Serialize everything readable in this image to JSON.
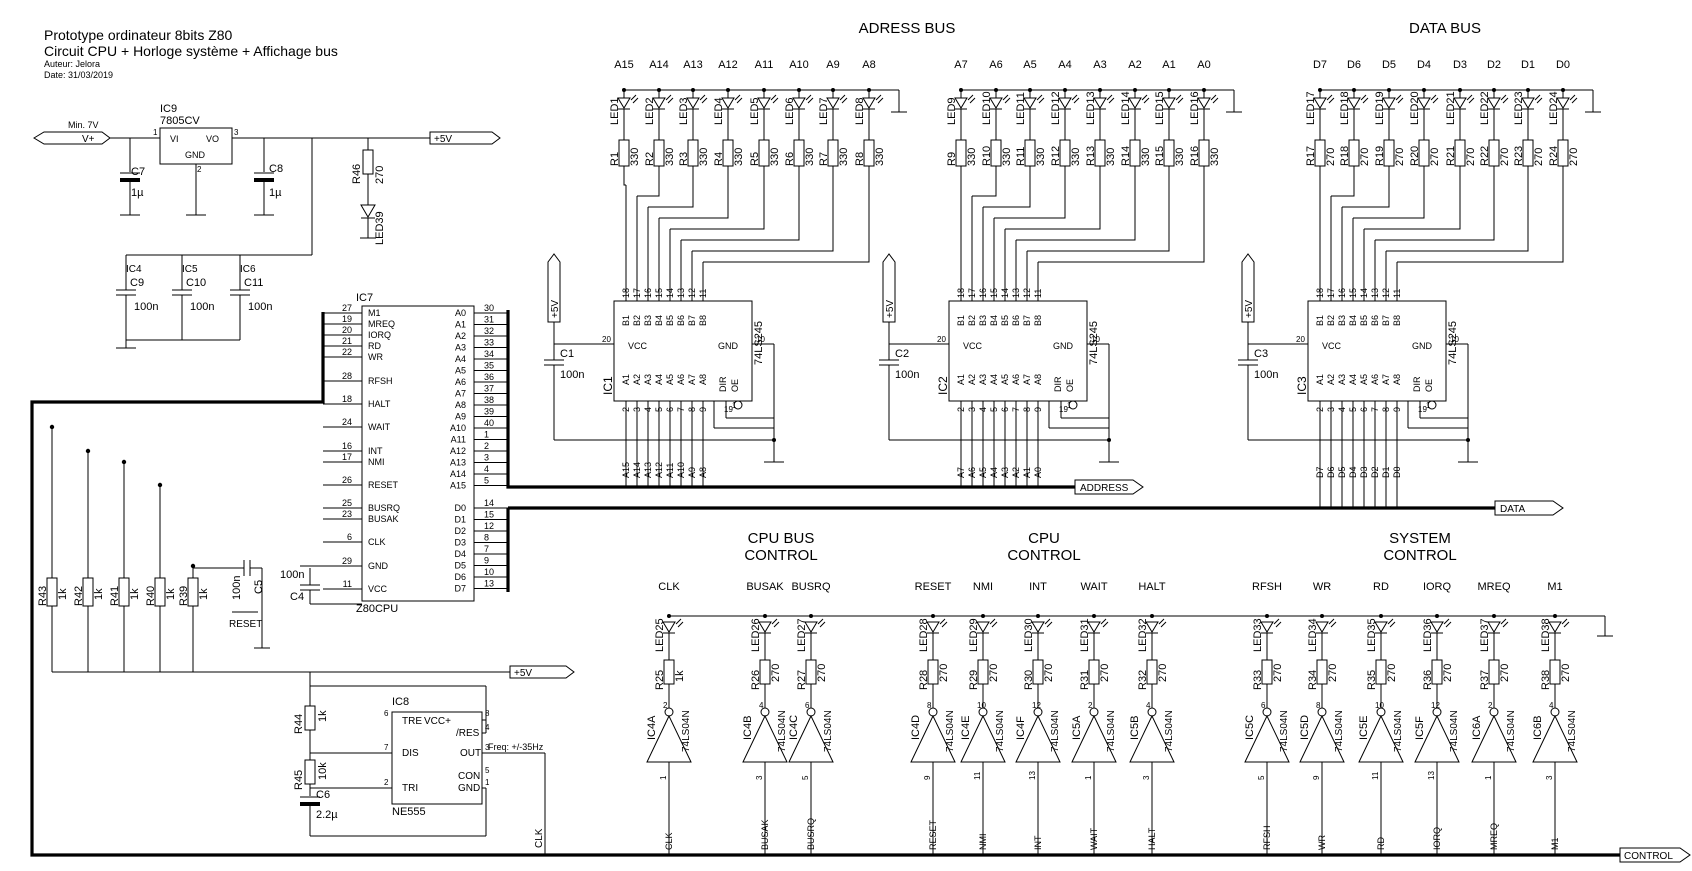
{
  "title": {
    "line1": "Prototype ordinateur 8bits Z80",
    "line2": "Circuit CPU + Horloge système + Affichage bus",
    "author": "Auteur: Jelora",
    "date": "Date: 31/03/2019"
  },
  "sections": {
    "address_bus": "ADRESS BUS",
    "data_bus": "DATA BUS",
    "cpu_bus_control": [
      "CPU BUS",
      "CONTROL"
    ],
    "cpu_control": [
      "CPU",
      "CONTROL"
    ],
    "system_control": [
      "SYSTEM",
      "CONTROL"
    ]
  },
  "nets": {
    "address": "ADDRESS",
    "data": "DATA",
    "control": "CONTROL",
    "plus5v": "+5V",
    "vplus": "V+",
    "min7v": "Min. 7V",
    "freq": "Freq: +/-35Hz",
    "clk": "CLK",
    "reset": "RESET"
  },
  "regulator": {
    "ref": "IC9",
    "part": "7805CV",
    "vi": "VI",
    "vo": "VO",
    "gnd": "GND",
    "pin1": "1",
    "pin3": "3",
    "pin2": "2",
    "c7": "C7",
    "c7v": "1µ",
    "c8": "C8",
    "c8v": "1µ",
    "r46": "R46",
    "r46v": "270",
    "led39": "LED39"
  },
  "decoupling": [
    {
      "ic": "IC4",
      "ref": "C9",
      "val": "100n"
    },
    {
      "ic": "IC5",
      "ref": "C10",
      "val": "100n"
    },
    {
      "ic": "IC6",
      "ref": "C11",
      "val": "100n"
    }
  ],
  "cpu": {
    "ref": "IC7",
    "part": "Z80CPU",
    "left": [
      {
        "pin": "27",
        "name": "M1"
      },
      {
        "pin": "19",
        "name": "MREQ"
      },
      {
        "pin": "20",
        "name": "IORQ"
      },
      {
        "pin": "21",
        "name": "RD"
      },
      {
        "pin": "22",
        "name": "WR"
      },
      {
        "pin": "28",
        "name": "RFSH"
      },
      {
        "pin": "18",
        "name": "HALT"
      },
      {
        "pin": "24",
        "name": "WAIT"
      },
      {
        "pin": "16",
        "name": "INT"
      },
      {
        "pin": "17",
        "name": "NMI"
      },
      {
        "pin": "26",
        "name": "RESET"
      },
      {
        "pin": "25",
        "name": "BUSRQ"
      },
      {
        "pin": "23",
        "name": "BUSAK"
      },
      {
        "pin": "6",
        "name": "CLK"
      },
      {
        "pin": "29",
        "name": "GND"
      },
      {
        "pin": "11",
        "name": "VCC"
      }
    ],
    "addr": [
      {
        "pin": "30",
        "name": "A0"
      },
      {
        "pin": "31",
        "name": "A1"
      },
      {
        "pin": "32",
        "name": "A2"
      },
      {
        "pin": "33",
        "name": "A3"
      },
      {
        "pin": "34",
        "name": "A4"
      },
      {
        "pin": "35",
        "name": "A5"
      },
      {
        "pin": "36",
        "name": "A6"
      },
      {
        "pin": "37",
        "name": "A7"
      },
      {
        "pin": "38",
        "name": "A8"
      },
      {
        "pin": "39",
        "name": "A9"
      },
      {
        "pin": "40",
        "name": "A10"
      },
      {
        "pin": "1",
        "name": "A11"
      },
      {
        "pin": "2",
        "name": "A12"
      },
      {
        "pin": "3",
        "name": "A13"
      },
      {
        "pin": "4",
        "name": "A14"
      },
      {
        "pin": "5",
        "name": "A15"
      }
    ],
    "data": [
      {
        "pin": "14",
        "name": "D0"
      },
      {
        "pin": "15",
        "name": "D1"
      },
      {
        "pin": "12",
        "name": "D2"
      },
      {
        "pin": "8",
        "name": "D3"
      },
      {
        "pin": "7",
        "name": "D4"
      },
      {
        "pin": "9",
        "name": "D5"
      },
      {
        "pin": "10",
        "name": "D6"
      },
      {
        "pin": "13",
        "name": "D7"
      }
    ],
    "c4": "C4",
    "c4v": "100n",
    "c5": "C5",
    "c5v": "100n"
  },
  "pullups": [
    {
      "ref": "R43",
      "val": "1k"
    },
    {
      "ref": "R42",
      "val": "1k"
    },
    {
      "ref": "R41",
      "val": "1k"
    },
    {
      "ref": "R40",
      "val": "1k"
    },
    {
      "ref": "R39",
      "val": "1k"
    }
  ],
  "timer": {
    "ref": "IC8",
    "part": "NE555",
    "tre": "TRE",
    "vcc": "VCC+",
    "res": "/RES",
    "dis": "DIS",
    "out": "OUT",
    "tri": "TRI",
    "con": "CON",
    "gnd": "GND",
    "p6": "6",
    "p8": "8",
    "p4": "4",
    "p7": "7",
    "p3": "3",
    "p2": "2",
    "p5": "5",
    "p1": "1",
    "r44": "R44",
    "r44v": "1k",
    "r45": "R45",
    "r45v": "10k",
    "c6": "C6",
    "c6v": "2.2µ"
  },
  "buffers": [
    {
      "ref": "IC1",
      "cap": "C1",
      "capv": "100n",
      "leds_top": [
        "A15",
        "A14",
        "A13",
        "A12",
        "A11",
        "A10",
        "A9",
        "A8"
      ],
      "bottom": [
        "A15",
        "A14",
        "A13",
        "A12",
        "A11",
        "A10",
        "A9",
        "A8"
      ]
    },
    {
      "ref": "IC2",
      "cap": "C2",
      "capv": "100n",
      "leds_top": [
        "A7",
        "A6",
        "A5",
        "A4",
        "A3",
        "A2",
        "A1",
        "A0"
      ],
      "bottom": [
        "A7",
        "A6",
        "A5",
        "A4",
        "A3",
        "A2",
        "A1",
        "A0"
      ]
    },
    {
      "ref": "IC3",
      "cap": "C3",
      "capv": "100n",
      "leds_top": [
        "D7",
        "D6",
        "D5",
        "D4",
        "D3",
        "D2",
        "D1",
        "D0"
      ],
      "bottom": [
        "D7",
        "D6",
        "D5",
        "D4",
        "D3",
        "D2",
        "D1",
        "D0"
      ]
    }
  ],
  "buffer_common": {
    "part": "74LS245",
    "vcc": "VCC",
    "gnd": "GND",
    "dir": "DIR",
    "oe": "OE",
    "pin20": "20",
    "pin10": "10",
    "pin19": "19",
    "pin1": "1",
    "b_names": [
      "B1",
      "B2",
      "B3",
      "B4",
      "B5",
      "B6",
      "B7",
      "B8"
    ],
    "a_names": [
      "A1",
      "A2",
      "A3",
      "A4",
      "A5",
      "A6",
      "A7",
      "A8"
    ],
    "b_pins": [
      "18",
      "17",
      "16",
      "15",
      "14",
      "13",
      "12",
      "11"
    ],
    "a_pins": [
      "2",
      "3",
      "4",
      "5",
      "6",
      "7",
      "8",
      "9"
    ]
  },
  "bus_leds": [
    {
      "led": "LED1",
      "r": "R1",
      "rv": "330"
    },
    {
      "led": "LED2",
      "r": "R2",
      "rv": "330"
    },
    {
      "led": "LED3",
      "r": "R3",
      "rv": "330"
    },
    {
      "led": "LED4",
      "r": "R4",
      "rv": "330"
    },
    {
      "led": "LED5",
      "r": "R5",
      "rv": "330"
    },
    {
      "led": "LED6",
      "r": "R6",
      "rv": "330"
    },
    {
      "led": "LED7",
      "r": "R7",
      "rv": "330"
    },
    {
      "led": "LED8",
      "r": "R8",
      "rv": "330"
    },
    {
      "led": "LED9",
      "r": "R9",
      "rv": "330"
    },
    {
      "led": "LED10",
      "r": "R10",
      "rv": "330"
    },
    {
      "led": "LED11",
      "r": "R11",
      "rv": "330"
    },
    {
      "led": "LED12",
      "r": "R12",
      "rv": "330"
    },
    {
      "led": "LED13",
      "r": "R13",
      "rv": "330"
    },
    {
      "led": "LED14",
      "r": "R14",
      "rv": "330"
    },
    {
      "led": "LED15",
      "r": "R15",
      "rv": "330"
    },
    {
      "led": "LED16",
      "r": "R16",
      "rv": "330"
    },
    {
      "led": "LED17",
      "r": "R17",
      "rv": "270"
    },
    {
      "led": "LED18",
      "r": "R18",
      "rv": "270"
    },
    {
      "led": "LED19",
      "r": "R19",
      "rv": "270"
    },
    {
      "led": "LED20",
      "r": "R20",
      "rv": "270"
    },
    {
      "led": "LED21",
      "r": "R21",
      "rv": "270"
    },
    {
      "led": "LED22",
      "r": "R22",
      "rv": "270"
    },
    {
      "led": "LED23",
      "r": "R23",
      "rv": "270"
    },
    {
      "led": "LED24",
      "r": "R24",
      "rv": "270"
    }
  ],
  "inverters": [
    {
      "sig": "CLK",
      "led": "LED25",
      "r": "R25",
      "rv": "1k",
      "ic": "IC4A",
      "pin_in": "1",
      "pin_out": "2"
    },
    {
      "sig": "BUSAK",
      "led": "LED26",
      "r": "R26",
      "rv": "270",
      "ic": "IC4B",
      "pin_in": "3",
      "pin_out": "4"
    },
    {
      "sig": "BUSRQ",
      "led": "LED27",
      "r": "R27",
      "rv": "270",
      "ic": "IC4C",
      "pin_in": "5",
      "pin_out": "6"
    },
    {
      "sig": "RESET",
      "led": "LED28",
      "r": "R28",
      "rv": "270",
      "ic": "IC4D",
      "pin_in": "9",
      "pin_out": "8"
    },
    {
      "sig": "NMI",
      "led": "LED29",
      "r": "R29",
      "rv": "270",
      "ic": "IC4E",
      "pin_in": "11",
      "pin_out": "10"
    },
    {
      "sig": "INT",
      "led": "LED30",
      "r": "R30",
      "rv": "270",
      "ic": "IC4F",
      "pin_in": "13",
      "pin_out": "12"
    },
    {
      "sig": "WAIT",
      "led": "LED31",
      "r": "R31",
      "rv": "270",
      "ic": "IC5A",
      "pin_in": "1",
      "pin_out": "2"
    },
    {
      "sig": "HALT",
      "led": "LED32",
      "r": "R32",
      "rv": "270",
      "ic": "IC5B",
      "pin_in": "3",
      "pin_out": "4"
    },
    {
      "sig": "RFSH",
      "led": "LED33",
      "r": "R33",
      "rv": "270",
      "ic": "IC5C",
      "pin_in": "5",
      "pin_out": "6"
    },
    {
      "sig": "WR",
      "led": "LED34",
      "r": "R34",
      "rv": "270",
      "ic": "IC5D",
      "pin_in": "9",
      "pin_out": "8"
    },
    {
      "sig": "RD",
      "led": "LED35",
      "r": "R35",
      "rv": "270",
      "ic": "IC5E",
      "pin_in": "11",
      "pin_out": "10"
    },
    {
      "sig": "IORQ",
      "led": "LED36",
      "r": "R36",
      "rv": "270",
      "ic": "IC5F",
      "pin_in": "13",
      "pin_out": "12"
    },
    {
      "sig": "MREQ",
      "led": "LED37",
      "r": "R37",
      "rv": "270",
      "ic": "IC6A",
      "pin_in": "1",
      "pin_out": "2"
    },
    {
      "sig": "M1",
      "led": "LED38",
      "r": "R38",
      "rv": "270",
      "ic": "IC6B",
      "pin_in": "3",
      "pin_out": "4"
    }
  ],
  "inverter_part": "74LS04N"
}
